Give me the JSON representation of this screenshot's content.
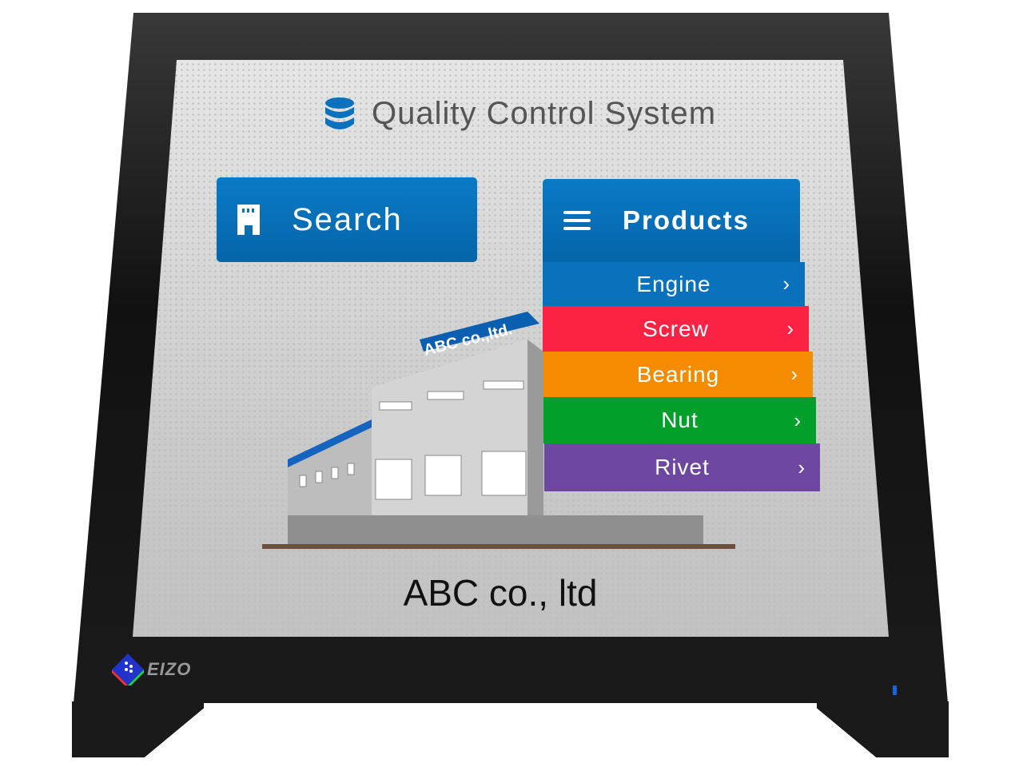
{
  "app": {
    "title": "Quality Control System",
    "title_icon": "database-icon"
  },
  "search_button": {
    "label": "Search",
    "icon": "building-icon"
  },
  "products_menu": {
    "label": "Products",
    "icon": "menu-icon",
    "items": [
      {
        "label": "Engine",
        "color": "#0a72bd"
      },
      {
        "label": "Screw",
        "color": "#fc2244"
      },
      {
        "label": "Bearing",
        "color": "#f58b00"
      },
      {
        "label": "Nut",
        "color": "#02a02a"
      },
      {
        "label": "Rivet",
        "color": "#6d47a0"
      }
    ]
  },
  "illustration": {
    "sign_text": "ABC co.,ltd."
  },
  "company_name": "ABC co., ltd",
  "monitor": {
    "brand": "EIZO"
  },
  "accent": "#0a72bd"
}
